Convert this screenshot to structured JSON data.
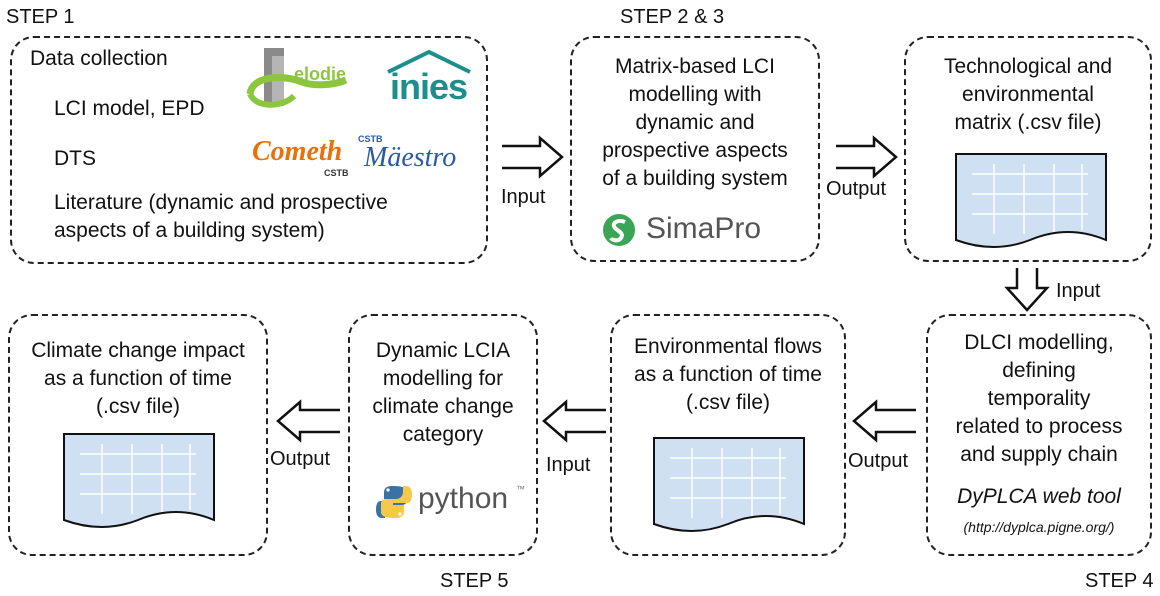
{
  "steps": {
    "step1": "STEP 1",
    "step23": "STEP 2 & 3",
    "step4": "STEP 4",
    "step5": "STEP 5"
  },
  "box1": {
    "heading": "Data collection",
    "row1": "LCI model, EPD",
    "row2": "DTS",
    "row3_line1": "Literature (dynamic and prospective",
    "row3_line2": "aspects of a building system)",
    "logo_elodie": "elodie",
    "logo_inies": "inies",
    "logo_cometh": "Cometh",
    "logo_cometh_sub": "CSTB",
    "logo_maestro": "Mäestro",
    "logo_maestro_sub": "CSTB"
  },
  "box2": {
    "line1": "Matrix-based LCI",
    "line2": "modelling with",
    "line3": "dynamic and",
    "line4": "prospective aspects",
    "line5": "of a building system",
    "logo": "SimaPro"
  },
  "box3": {
    "line1": "Technological and",
    "line2": "environmental",
    "line3": "matrix (.csv file)"
  },
  "box4": {
    "line1": "DLCI modelling,",
    "line2": "defining",
    "line3": "temporality",
    "line4": "related to process",
    "line5": "and supply chain",
    "tool": "DyPLCA web tool",
    "url": "(http://dyplca.pigne.org/)"
  },
  "box5": {
    "line1": "Environmental flows",
    "line2": "as a function of time",
    "line3": "(.csv file)"
  },
  "box6": {
    "line1": "Dynamic LCIA",
    "line2": "modelling for",
    "line3": "climate change",
    "line4": "category",
    "logo": "python",
    "logo_tm": "™"
  },
  "box7": {
    "line1": "Climate change impact",
    "line2": "as a function of time",
    "line3": "(.csv file)"
  },
  "arrows": {
    "a1": "Input",
    "a2": "Output",
    "a3": "Input",
    "a4": "Output",
    "a5": "Input",
    "a6": "Output"
  },
  "colors": {
    "sheet_fill": "#cfe0f3",
    "sheet_grid": "#ffffff",
    "elodie_green": "#8cc63f",
    "inies_teal": "#1c8f8a",
    "cometh_orange": "#e8710a",
    "simapro_green": "#3aa655",
    "python_blue": "#3a72a8",
    "python_yellow": "#f7c948"
  }
}
